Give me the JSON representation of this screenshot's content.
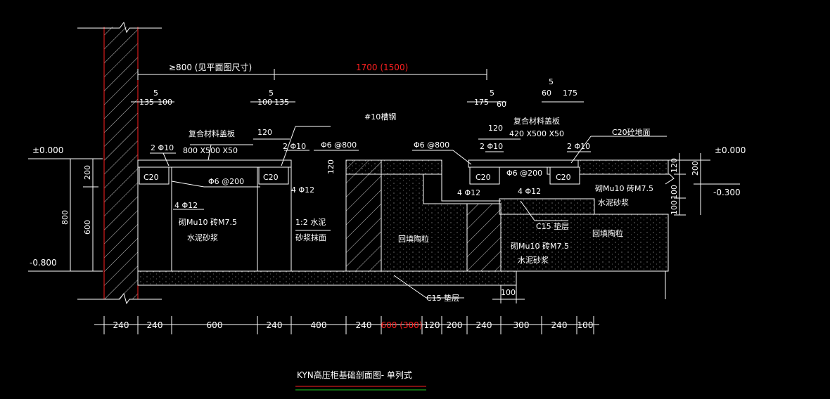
{
  "colors": {
    "background": "#000000",
    "lines": "#ffffff",
    "highlight": "#ff2020",
    "underline_green": "#20d020"
  },
  "title": "KYN高压柜基础剖面图- 单列式",
  "top_dims": {
    "left_span": "≥800 (见平面图尺寸)",
    "main_span": "1700 (1500)"
  },
  "detail_dims": {
    "a_5": "5",
    "a_135": "135",
    "a_100": "100",
    "b_5": "5",
    "b_100": "100",
    "b_135": "135",
    "c_175": "175",
    "c_5": "5",
    "c_60": "60",
    "d_5": "5",
    "d_60": "60",
    "d_175": "175",
    "w120_a": "120",
    "w120_b": "120"
  },
  "labels": {
    "cover_left_1": "复合材料盖板",
    "cover_left_2": "800 X500 X50",
    "channel": "#10槽钢",
    "cover_right_1": "复合材料盖板",
    "cover_right_2": "420 X500 X50",
    "c20_floor": "C20砼地面",
    "rebar_2phi10_a": "2 Φ10",
    "rebar_2phi10_b": "2 Φ10",
    "rebar_2phi10_c": "2 Φ10",
    "rebar_2phi10_d": "2 Φ10",
    "stir_800_a": "Φ6 @800",
    "stir_800_b": "Φ6 @800",
    "stir_200_a": "Φ6 @200",
    "stir_200_b": "Φ6 @200",
    "c20_a": "C20",
    "c20_b": "C20",
    "c20_c": "C20",
    "c20_d": "C20",
    "phi12_a": "4 Φ12",
    "phi12_b": "4 Φ12",
    "phi12_c": "4 Φ12",
    "phi12_d": "4 Φ12",
    "brick_a1": "砌Mu10 砖M7.5",
    "brick_a2": "水泥砂浆",
    "mortar_1": "1:2 水泥",
    "mortar_2": "砂浆抹面",
    "backfill_a": "回填陶粒",
    "backfill_b": "回填陶粒",
    "brick_b1": "砌Mu10 砖M7.5",
    "brick_b2": "水泥砂浆",
    "brick_c1": "砌Mu10 砖M7.5",
    "brick_c2": "水泥砂浆",
    "c15_a": "C15 垫层",
    "c15_b": "C15 垫层",
    "dim_100_low": "100",
    "dim_120_mid": "120"
  },
  "elevations": {
    "left_top": "±0.000",
    "left_bottom": "-0.800",
    "right_top": "±0.000",
    "right_mid": "-0.300"
  },
  "vertical_dims": {
    "total": "800",
    "upper": "200",
    "lower": "600",
    "right_120": "120",
    "right_200": "200",
    "right_100a": "100",
    "right_100b": "100"
  },
  "bottom_dims": [
    "240",
    "240",
    "600",
    "240",
    "400",
    "240",
    "600 (300)",
    "120",
    "200",
    "240",
    "300",
    "240",
    "100"
  ]
}
